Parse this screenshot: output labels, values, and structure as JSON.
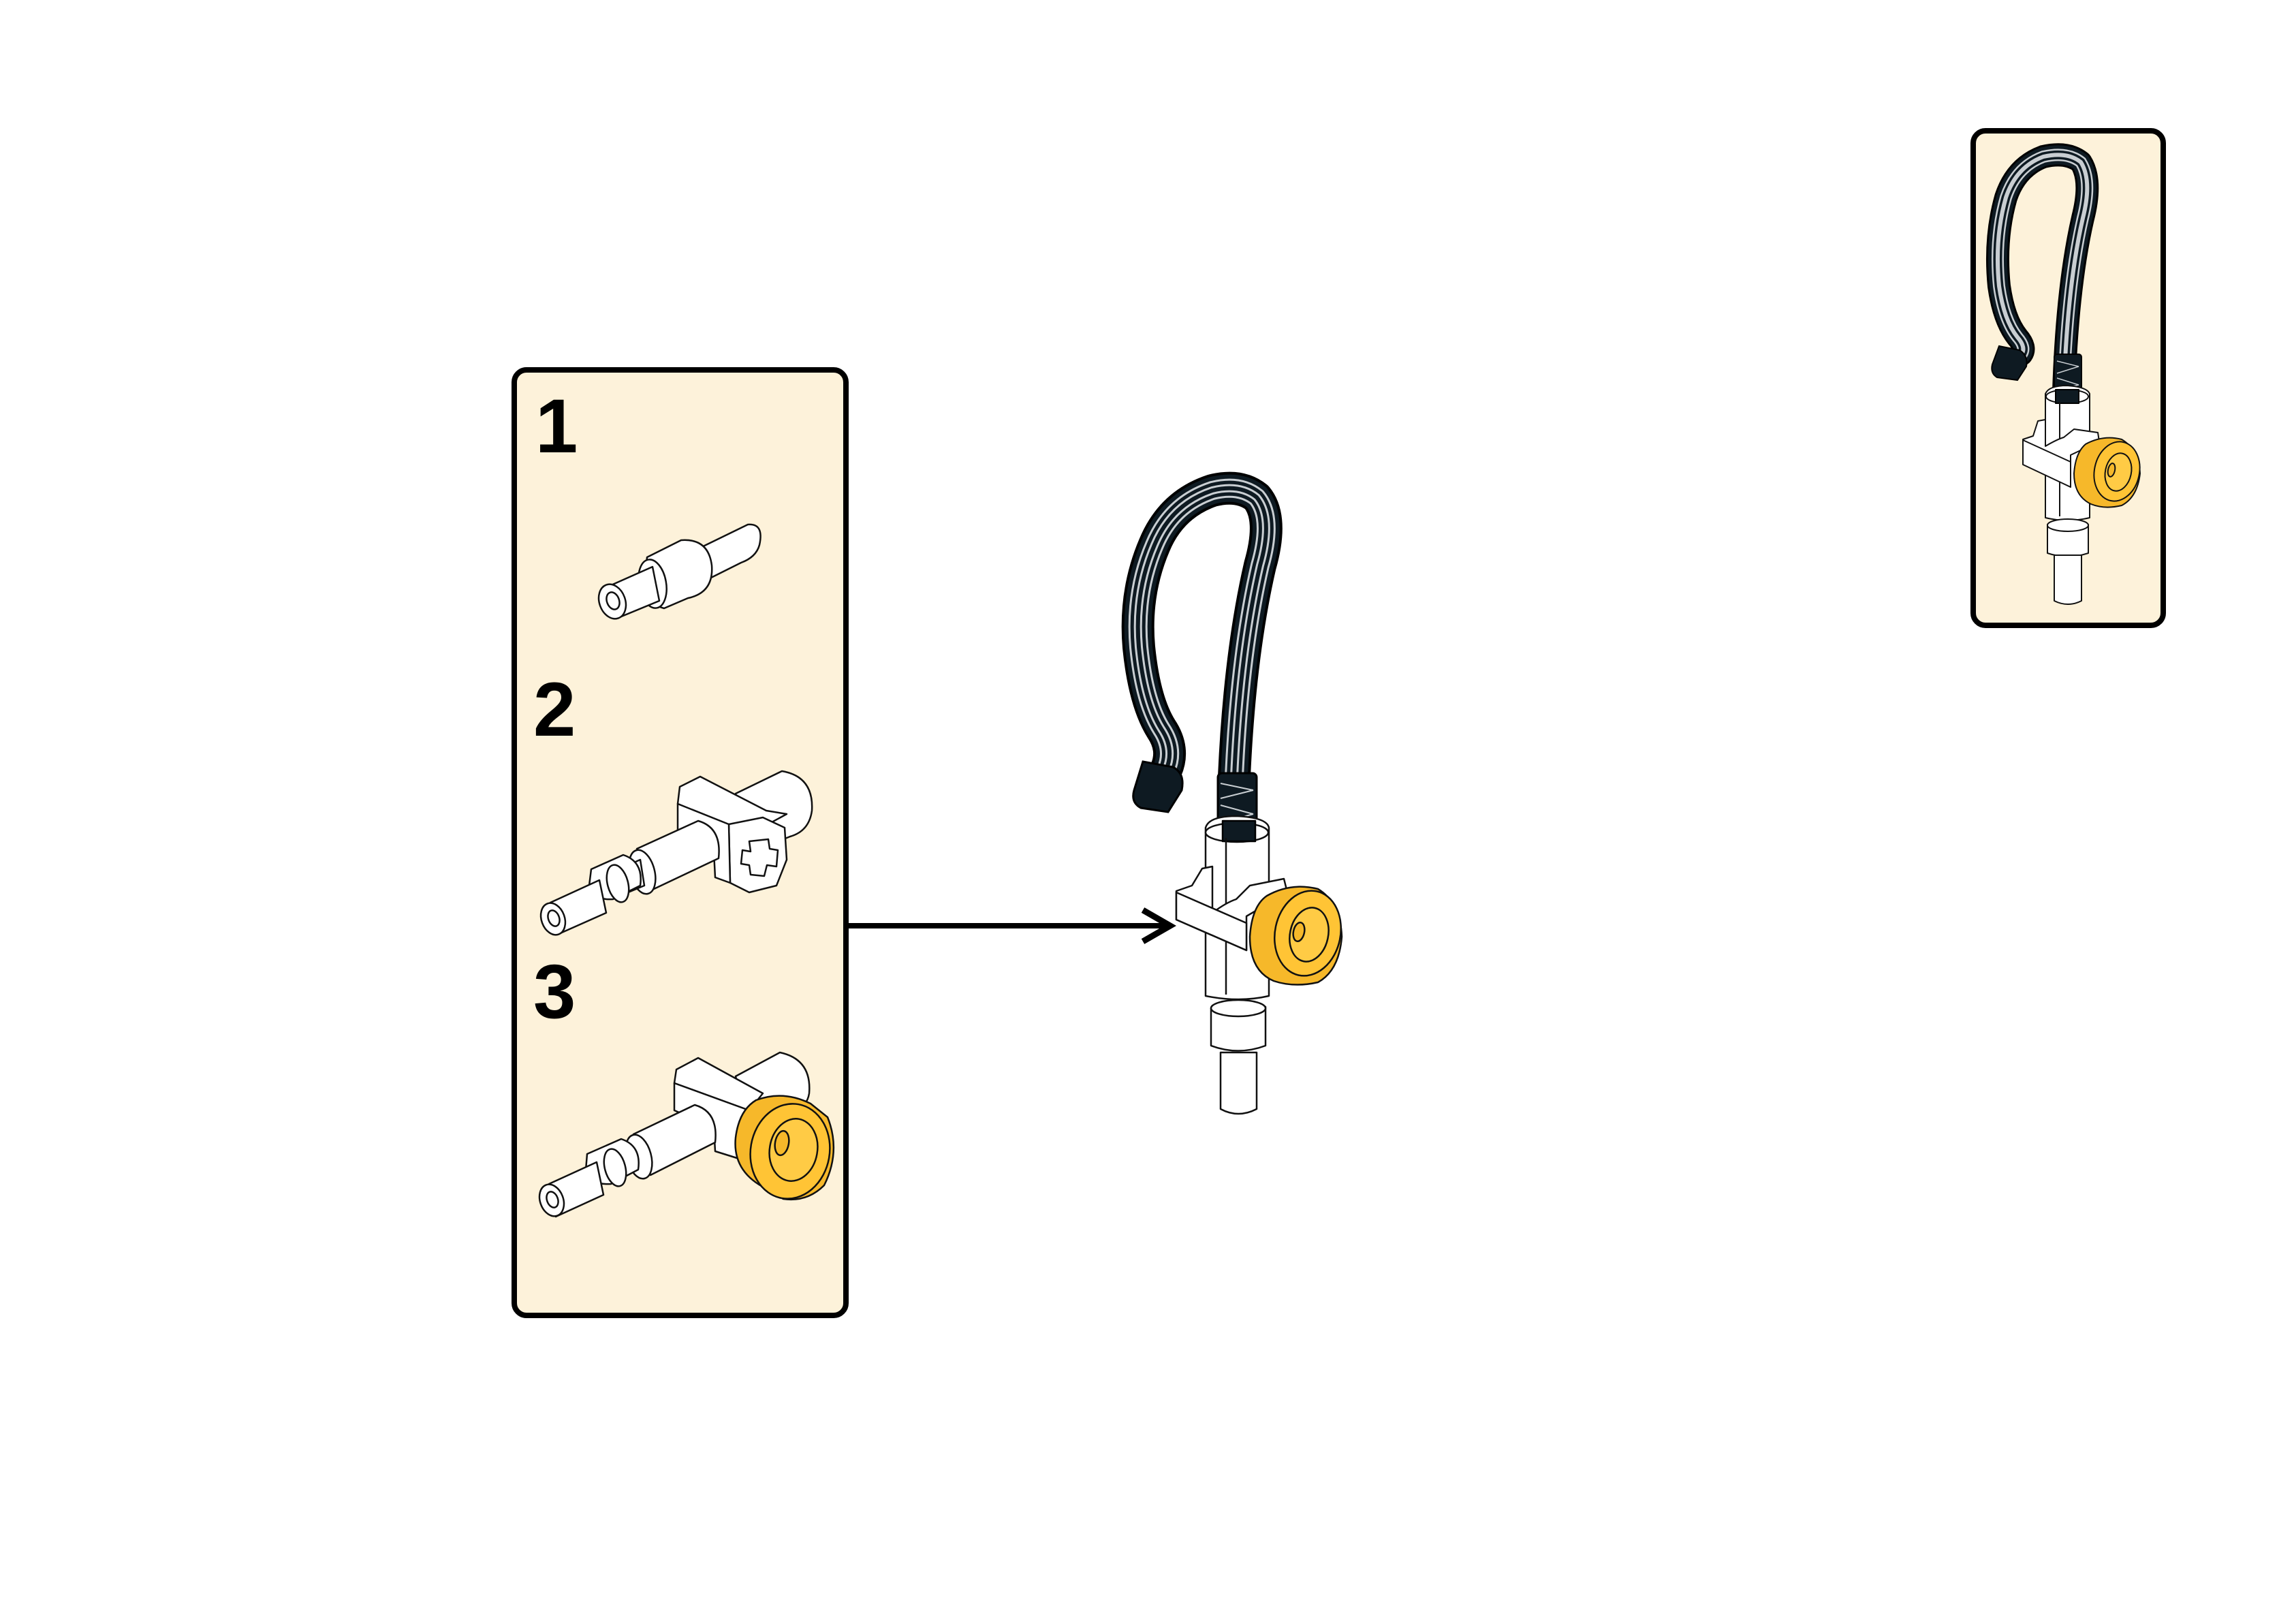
{
  "page": {
    "background": "#FFFFFF"
  },
  "sub_assembly_panel": {
    "background": "#FDF2DA",
    "border_color": "#000000",
    "steps": [
      {
        "number": "1",
        "part": "axle-pin-with-collar"
      },
      {
        "number": "2",
        "part": "axle-pin-with-cross-block"
      },
      {
        "number": "3",
        "part": "cross-block-with-yellow-bush"
      }
    ]
  },
  "callout_arrow": {
    "direction": "right",
    "color": "#000000"
  },
  "main_model": {
    "parts": [
      "flat-cable-wire",
      "connector-plug",
      "cross-block",
      "yellow-bush",
      "axle-pin-collar"
    ]
  },
  "preview_panel": {
    "background": "#FDF2DA",
    "border_color": "#000000",
    "content": "completed-assembly-preview"
  },
  "colors": {
    "yellow": "#FFC435",
    "yellow_shade": "#F0A91C",
    "cable": "#0E1A22",
    "cable_stripe": "#C9CED2",
    "part_white": "#FFFFFF",
    "outline": "#111111"
  }
}
